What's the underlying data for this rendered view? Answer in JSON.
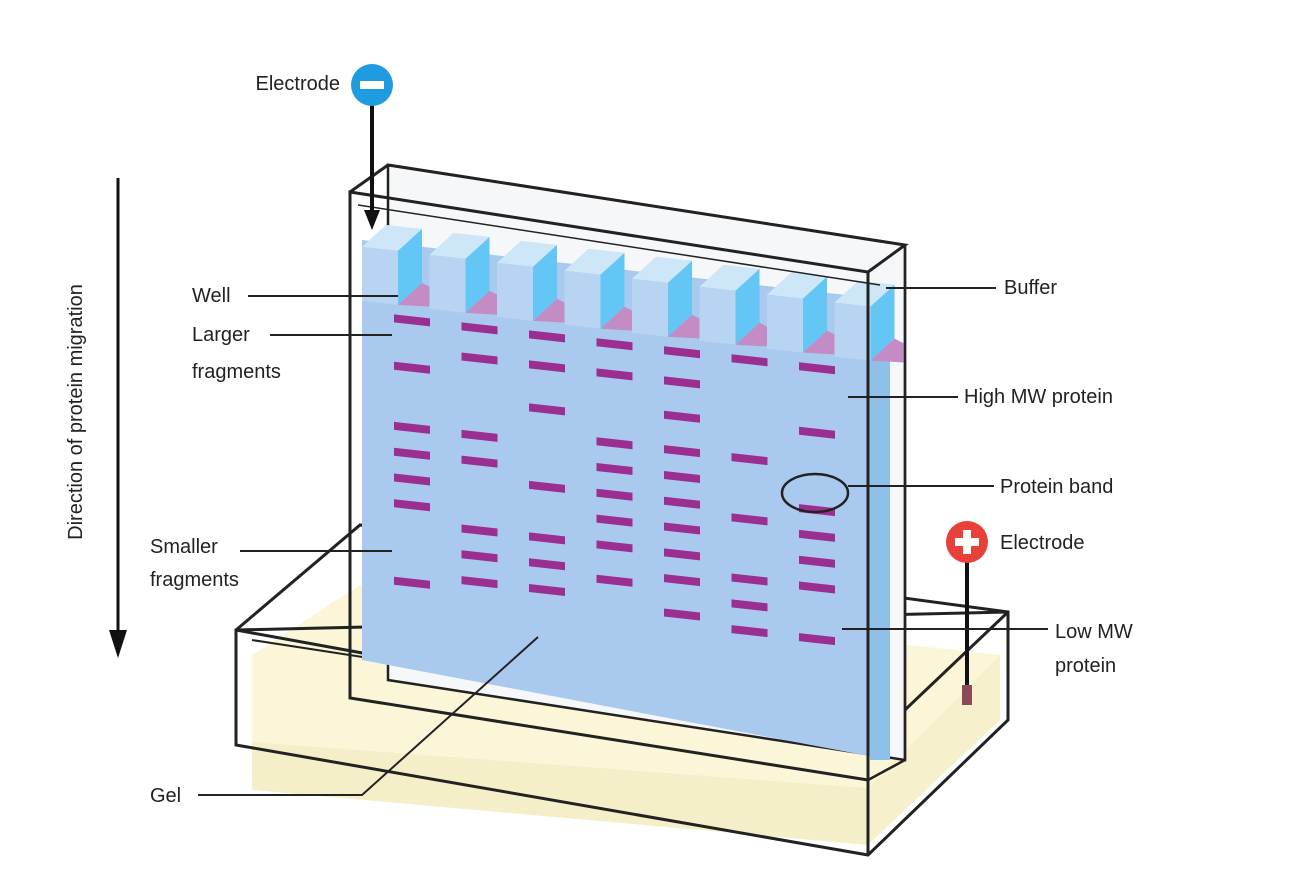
{
  "labels": {
    "electrode_negative": "Electrode",
    "electrode_positive": "Electrode",
    "well": "Well",
    "larger_fragments_1": "Larger",
    "larger_fragments_2": "fragments",
    "smaller_fragments_1": "Smaller",
    "smaller_fragments_2": "fragments",
    "gel": "Gel",
    "buffer": "Buffer",
    "high_mw_protein": "High MW protein",
    "protein_band": "Protein band",
    "low_mw_protein_1": "Low MW",
    "low_mw_protein_2": "protein",
    "direction": "Direction of protein migration"
  },
  "colors": {
    "gel": "#a9c9ee",
    "well_face": "#63c6f4",
    "well_top": "#cde6f8",
    "band": "#9b2e91",
    "well_bottom": "#c38cc5",
    "buffer": "#fbf6d8",
    "negative": "#1f9be0",
    "positive": "#e8413a"
  },
  "gel": {
    "lanes": 8,
    "bands": [
      [
        0.05,
        0.16,
        0.3,
        0.36,
        0.42,
        0.48,
        0.66
      ],
      [
        0.05,
        0.12,
        0.3,
        0.36,
        0.52,
        0.58,
        0.64
      ],
      [
        0.05,
        0.12,
        0.22,
        0.4,
        0.52,
        0.58,
        0.64
      ],
      [
        0.05,
        0.12,
        0.28,
        0.34,
        0.4,
        0.46,
        0.52,
        0.6
      ],
      [
        0.05,
        0.12,
        0.2,
        0.28,
        0.34,
        0.4,
        0.46,
        0.52,
        0.58,
        0.66
      ],
      [
        0.05,
        0.28,
        0.42,
        0.56,
        0.62,
        0.68
      ],
      [
        0.05,
        0.2,
        0.38,
        0.44,
        0.5,
        0.56,
        0.68
      ]
    ]
  }
}
